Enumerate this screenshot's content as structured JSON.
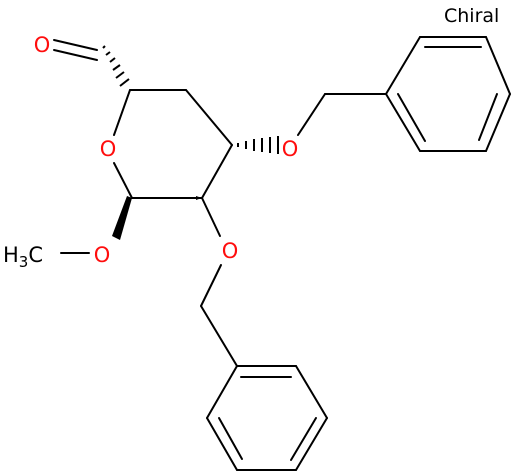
{
  "chirality_label": "Chiral",
  "atoms": {
    "aldehyde_oxygen": "O",
    "ring_oxygen": "O",
    "benzyloxy_oxygen_upper": "O",
    "benzyloxy_oxygen_lower": "O",
    "methoxy_oxygen": "O",
    "methyl_group": {
      "prefix": "H",
      "subscript": "3",
      "suffix": "C"
    }
  },
  "colors": {
    "bond": "#000000",
    "oxygen": "#ff0d0d",
    "carbon_label": "#000000"
  }
}
